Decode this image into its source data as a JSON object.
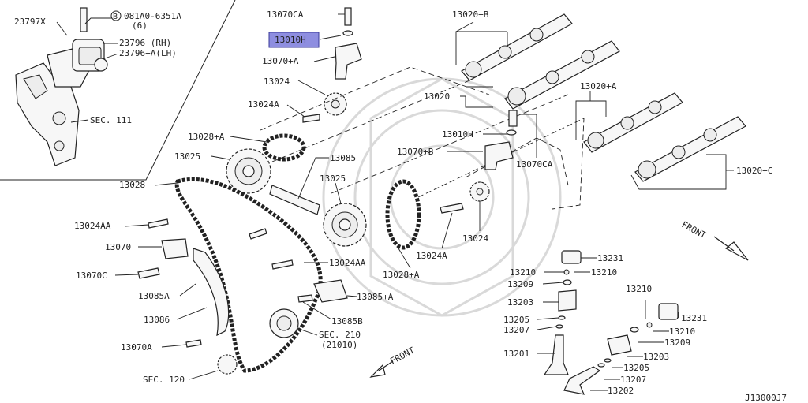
{
  "diagram": {
    "labels": {
      "l_23797x": "23797X",
      "l_081a0": "081A0-6351A",
      "l_6": "(6)",
      "l_23796rh": "23796  (RH)",
      "l_23796alh": "23796+A(LH)",
      "l_sec111": "SEC. 111",
      "l_13070ca_top": "13070CA",
      "l_13010h_top": "13010H",
      "l_13070a_top": "13070+A",
      "l_13024_top": "13024",
      "l_13024a_top": "13024A",
      "l_13028a_top": "13028+A",
      "l_13025_left": "13025",
      "l_13085": "13085",
      "l_13025_mid": "13025",
      "l_13028": "13028",
      "l_13024aa_left": "13024AA",
      "l_13070": "13070",
      "l_13070c": "13070C",
      "l_13085a": "13085A",
      "l_13086": "13086",
      "l_13070a_low": "13070A",
      "l_sec120": "SEC. 120",
      "l_13024aa_mid": "13024AA",
      "l_13085a_plus": "13085+A",
      "l_13085b": "13085B",
      "l_sec210": "SEC. 210",
      "l_21010": "(21010)",
      "l_front_low": "FRONT",
      "l_13020b": "13020+B",
      "l_13020": "13020",
      "l_13010h_mid": "13010H",
      "l_13070b": "13070+B",
      "l_13070ca_mid": "13070CA",
      "l_13020a": "13020+A",
      "l_13020c": "13020+C",
      "l_13024_low": "13024",
      "l_13024a_low": "13024A",
      "l_13028a_low": "13028+A",
      "l_front_right": "FRONT",
      "l_13231_a": "13231",
      "l_13210_a": "13210",
      "l_13210_b": "13210",
      "l_13209_a": "13209",
      "l_13203_a": "13203",
      "l_13205_a": "13205",
      "l_13207_a": "13207",
      "l_13201": "13201",
      "l_13210_c": "13210",
      "l_13231_b": "13231",
      "l_13210_d": "13210",
      "l_13209_b": "13209",
      "l_13203_b": "13203",
      "l_13205_b": "13205",
      "l_13207_b": "13207",
      "l_13202": "13202",
      "l_diagram_id": "J13000J7"
    },
    "highlighted_part": "13010H",
    "highlight_color": "#8e8ee0",
    "bolt_symbol": "B"
  }
}
